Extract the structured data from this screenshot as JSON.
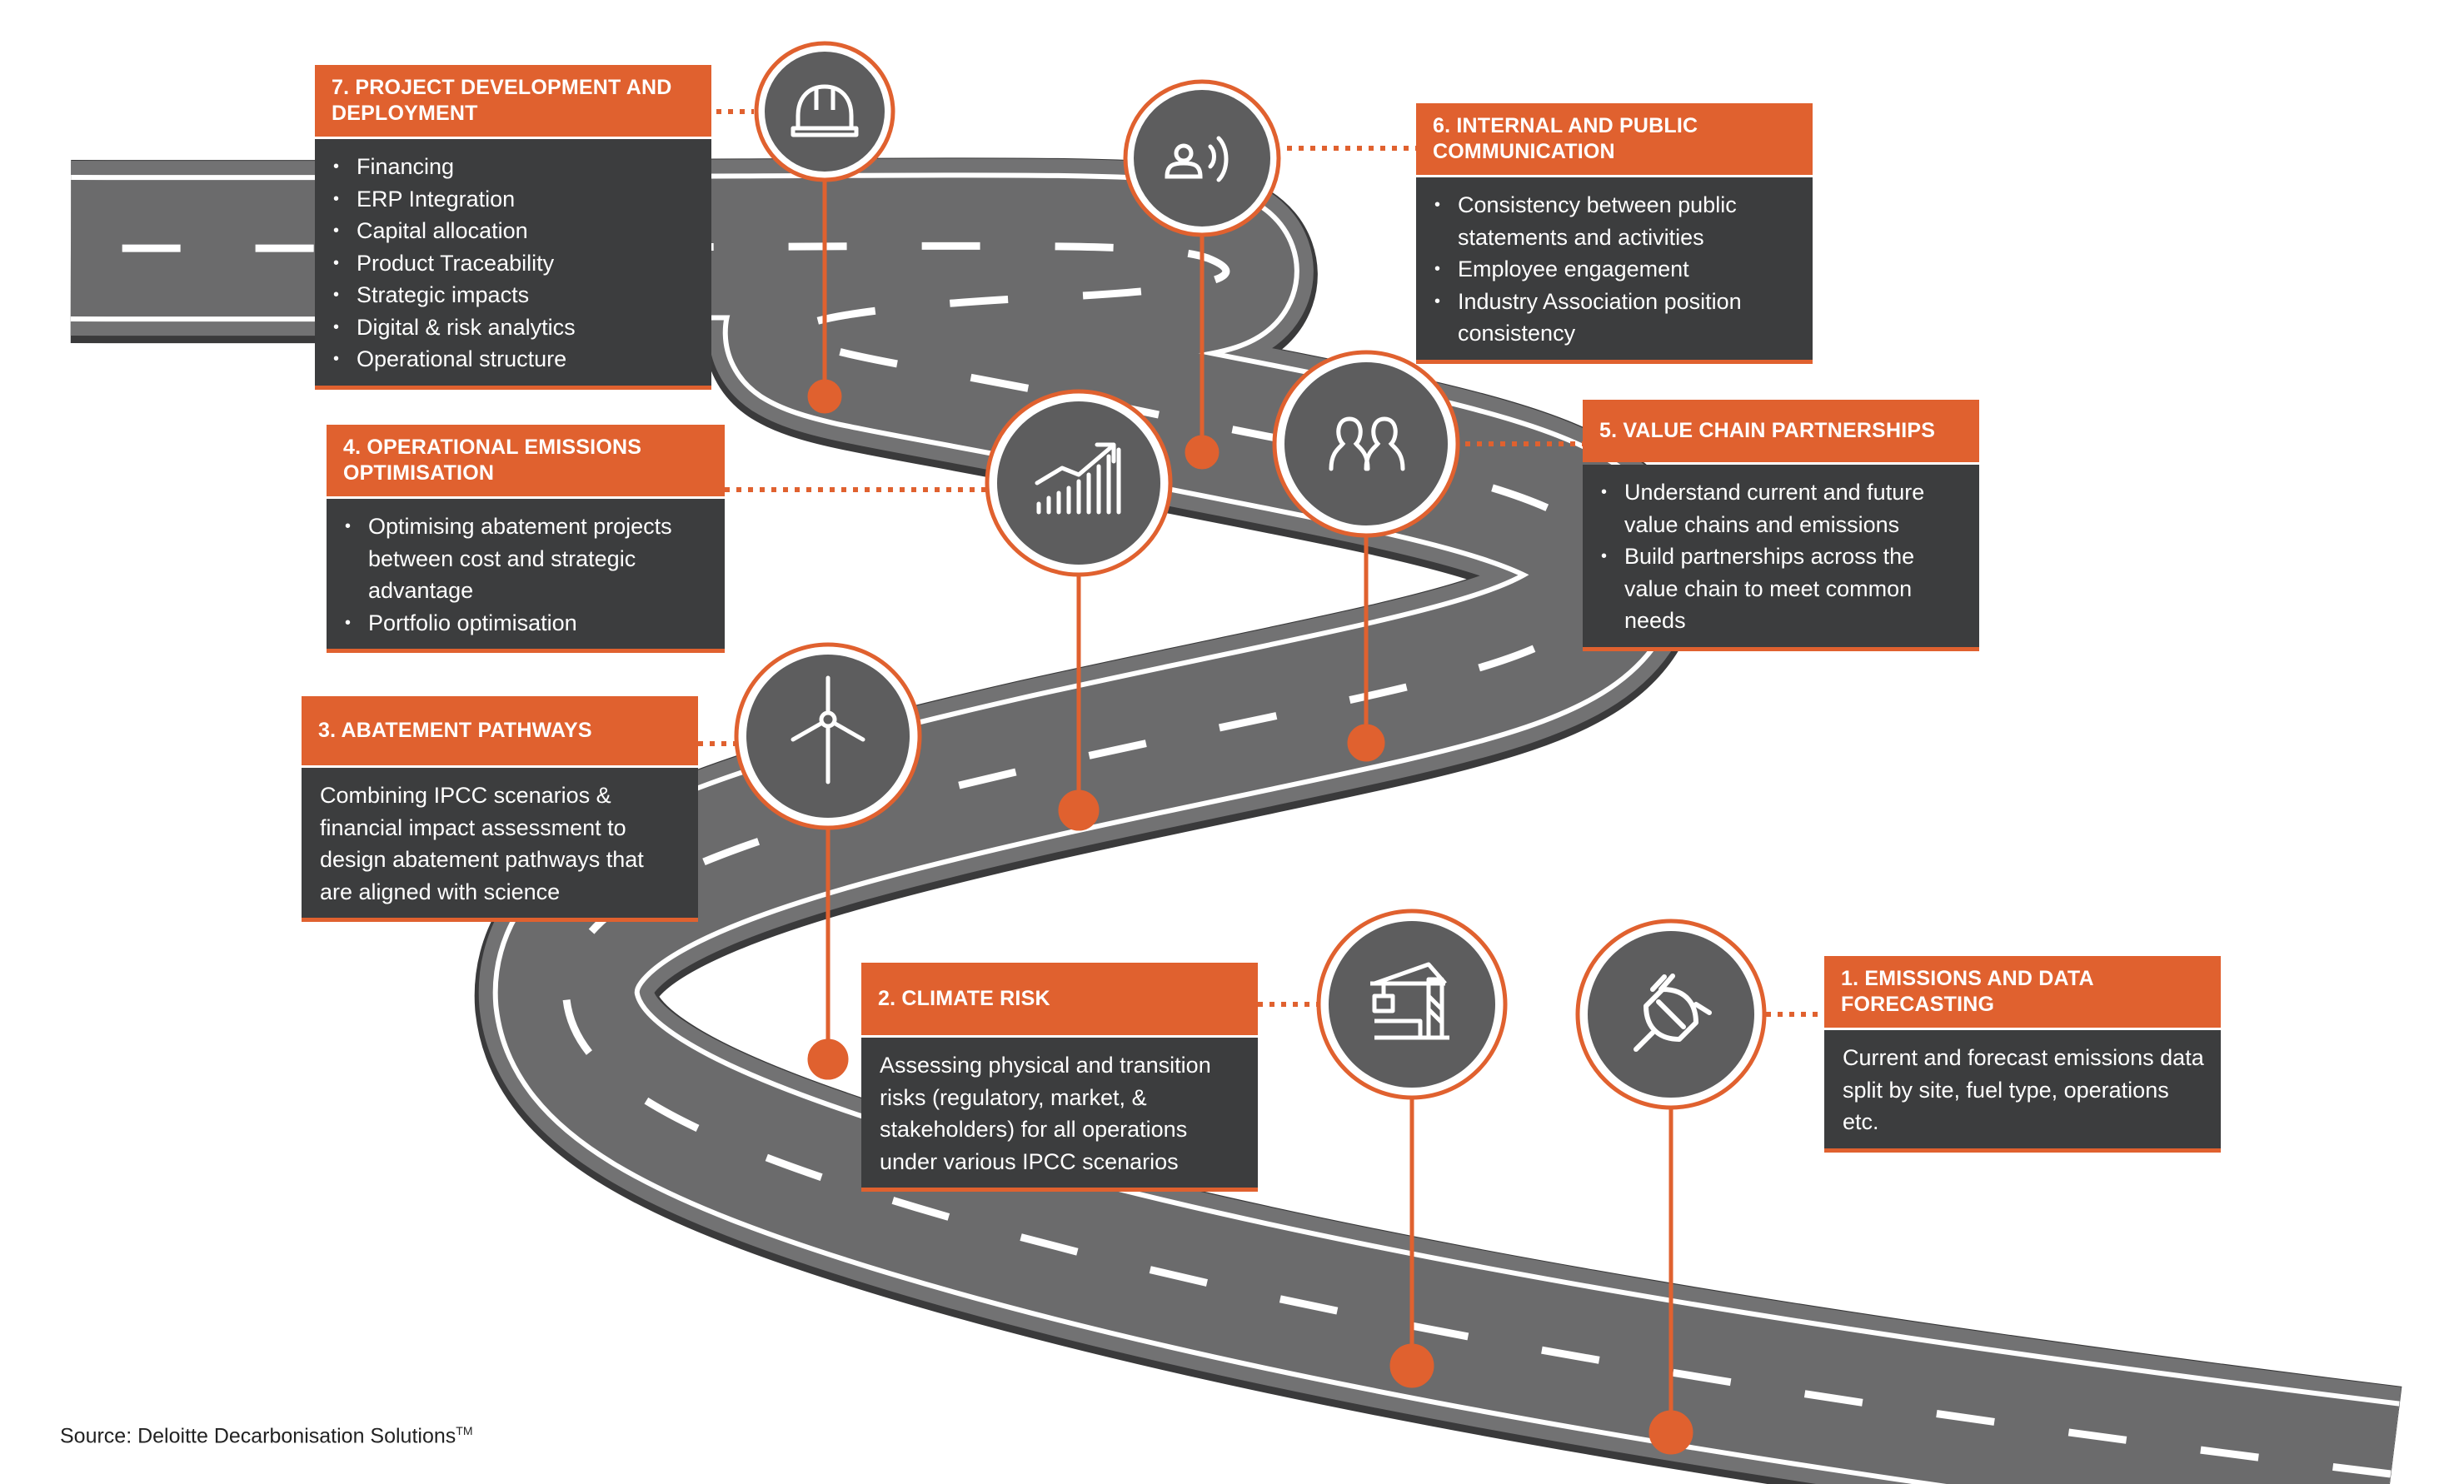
{
  "colors": {
    "accent": "#e0612f",
    "panel": "#3c3d3e",
    "road": "#6f6f70",
    "road_edge": "#4a4a4b"
  },
  "steps": [
    {
      "number": "1.",
      "title": "1. EMISSIONS AND DATA FORECASTING",
      "icon": "plug-icon",
      "text": "Current and forecast emissions data split by site, fuel type, operations etc."
    },
    {
      "number": "2.",
      "title": "2. CLIMATE RISK",
      "icon": "crane-icon",
      "text": "Assessing physical and transition risks (regulatory, market, & stakeholders) for all operations under various IPCC scenarios"
    },
    {
      "number": "3.",
      "title": "3. ABATEMENT PATHWAYS",
      "icon": "wind-turbine-icon",
      "text": "Combining IPCC scenarios & financial impact assessment to design abatement pathways that are aligned with science"
    },
    {
      "number": "4.",
      "title": "4. OPERATIONAL EMISSIONS OPTIMISATION",
      "icon": "growth-chart-icon",
      "bullets": [
        "Optimising abatement projects between cost and strategic advantage",
        "Portfolio optimisation"
      ]
    },
    {
      "number": "5.",
      "title": "5. VALUE CHAIN PARTNERSHIPS",
      "icon": "people-icon",
      "bullets": [
        "Understand current and future value chains and emissions",
        "Build partnerships across the value chain to meet common needs"
      ]
    },
    {
      "number": "6.",
      "title": "6. INTERNAL AND PUBLIC COMMUNICATION",
      "icon": "speaker-icon",
      "bullets": [
        "Consistency between public statements and activities",
        "Employee engagement",
        "Industry Association position consistency"
      ]
    },
    {
      "number": "7.",
      "title": "7. PROJECT DEVELOPMENT AND DEPLOYMENT",
      "icon": "hard-hat-icon",
      "bullets": [
        "Financing",
        "ERP Integration",
        "Capital allocation",
        "Product Traceability",
        "Strategic impacts",
        "Digital & risk analytics",
        "Operational structure"
      ]
    }
  ],
  "source": {
    "text": "Source: Deloitte Decarbonisation Solutions",
    "mark": "TM"
  }
}
